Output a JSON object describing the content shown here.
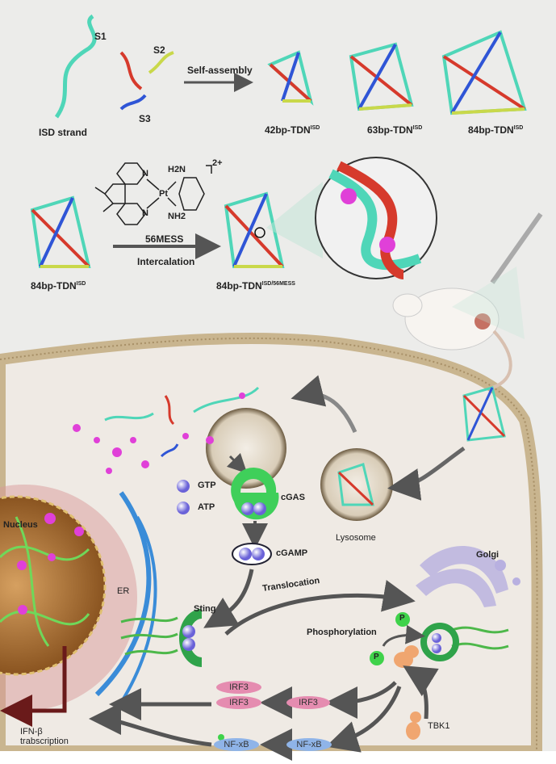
{
  "top_panel": {
    "strands": {
      "s1": "S1",
      "s2": "S2",
      "s3": "S3",
      "isd": "ISD strand"
    },
    "self_assembly": "Self-assembly",
    "products": [
      {
        "base": "42bp-TDN",
        "sup": "ISD"
      },
      {
        "base": "63bp-TDN",
        "sup": "ISD"
      },
      {
        "base": "84bp-TDN",
        "sup": "ISD"
      }
    ]
  },
  "middle_panel": {
    "molecule": {
      "name": "56MESS",
      "charge": "2+",
      "atoms": {
        "n1": "N",
        "n2": "N",
        "pt": "Pt",
        "nh1": "H2N",
        "nh2": "NH2"
      }
    },
    "process": "Intercalation",
    "input": {
      "base": "84bp-TDN",
      "sup": "ISD"
    },
    "output": {
      "base": "84bp-TDN",
      "sup": "ISD/56MESS"
    }
  },
  "cell": {
    "nucleus": "Nucleus",
    "er": "ER",
    "lysosome": "Lysosome",
    "golgi": "Golgi",
    "gtp": "GTP",
    "atp": "ATP",
    "cgas": "cGAS",
    "cgamp": "cGAMP",
    "sting": "Sting",
    "translocation": "Translocation",
    "phosphorylation": "Phosphorylation",
    "p": "P",
    "irf3": "IRF3",
    "nfkb": "NF-xB",
    "tbk1": "TBK1",
    "ifn_line1": "IFN-β",
    "ifn_line2": "trabscription"
  },
  "colors": {
    "dna_cyan": "#4fd6b8",
    "dna_red": "#d63a2c",
    "dna_yellow": "#c9d84a",
    "dna_blue": "#2f55d6",
    "drug": "#e040d8",
    "cgas": "#3fcf5a",
    "irf3": "#e58cb0",
    "nfkb": "#8fb4e8",
    "tbk1": "#f0a670"
  }
}
